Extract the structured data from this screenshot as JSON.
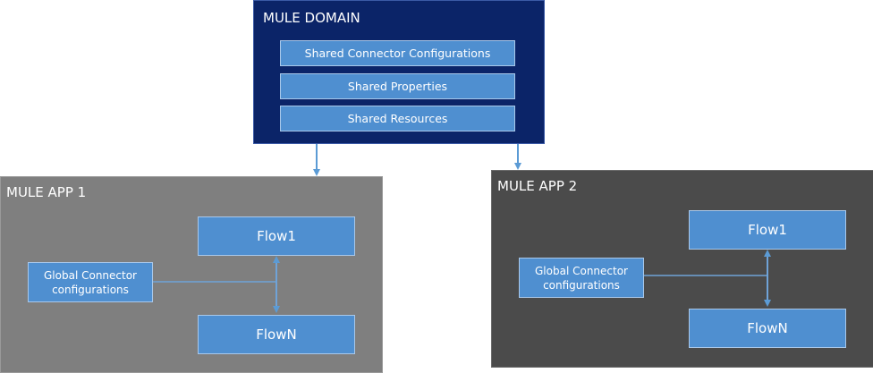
{
  "domain": {
    "title": "MULE DOMAIN",
    "items": [
      {
        "label": "Shared Connector Configurations"
      },
      {
        "label": "Shared Properties"
      },
      {
        "label": "Shared Resources"
      }
    ]
  },
  "apps": [
    {
      "title": "MULE APP 1",
      "flow_first": "Flow1",
      "flow_last": "FlowN",
      "global_config": "Global Connector configurations"
    },
    {
      "title": "MULE APP 2",
      "flow_first": "Flow1",
      "flow_last": "FlowN",
      "global_config": "Global Connector configurations"
    }
  ],
  "colors": {
    "domain_bg": "#0b2468",
    "box_blue": "#4f8fd0",
    "app1_bg": "#7f7f7f",
    "app2_bg": "#4b4b4b",
    "connector": "#5b9bd5"
  }
}
